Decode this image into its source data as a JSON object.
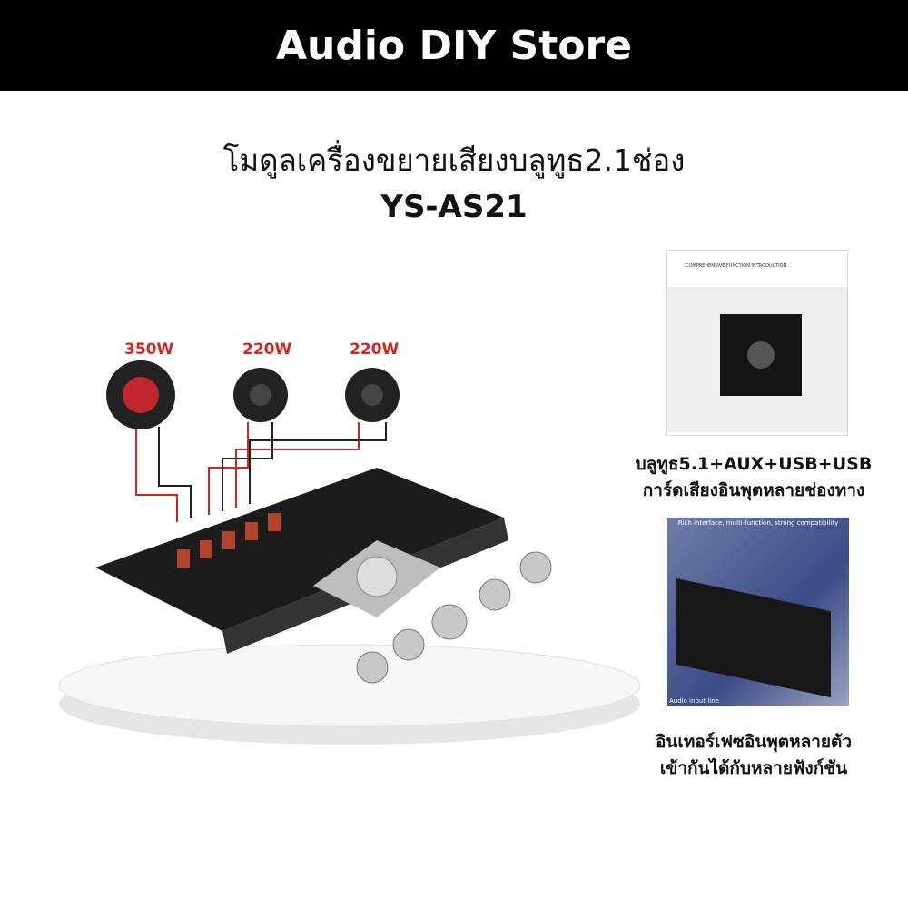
{
  "header": {
    "store_name": "Audio DIY Store"
  },
  "product": {
    "title": "โมดูลเครื่องขยายเสียงบลูทูธ2.1ช่อง",
    "model": "YS-AS21"
  },
  "main_image": {
    "speaker_labels": [
      "350W",
      "220W",
      "220W"
    ],
    "colors": {
      "wire": "#d8261e",
      "platform": "#f2f2f2"
    }
  },
  "side_panels": [
    {
      "image_header": "COMPREHENSIVE FUNCTION INTRODUCTION",
      "caption_lines": [
        "บลูทูธ5.1+AUX+USB+USB",
        "การ์ดเสียงอินพุตหลายช่องทาง"
      ]
    },
    {
      "image_header": "Rich interface, multi-function, strong compatibility",
      "image_footer": "Audio input line",
      "caption_lines": [
        "อินเทอร์เฟซอินพุตหลายตัว",
        "เข้ากันได้กับหลายฟังก์ชัน"
      ]
    }
  ]
}
